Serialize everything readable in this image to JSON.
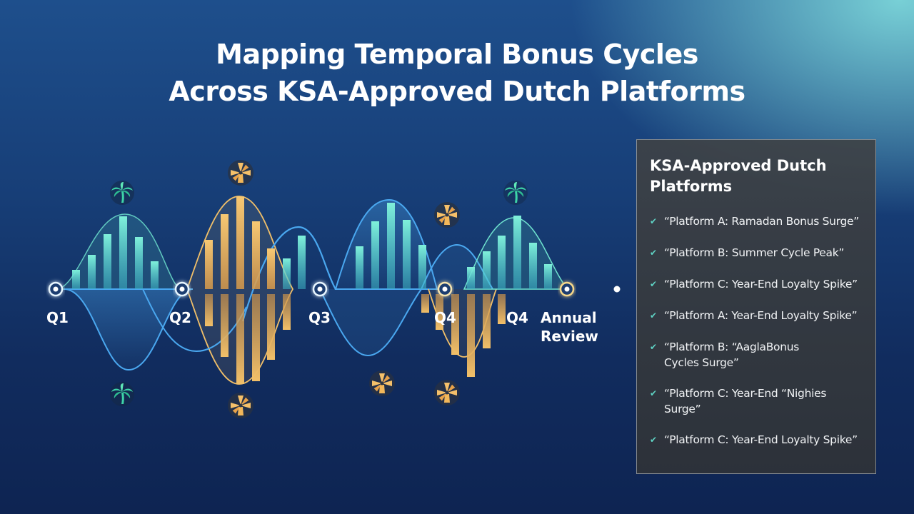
{
  "title": {
    "line1": "Mapping Temporal Bonus Cycles",
    "line2": "Across KSA-Approved Dutch Platforms"
  },
  "timeline": {
    "labels": [
      "Q1",
      "Q2",
      "Q3",
      "Q4",
      "Q4"
    ],
    "final_label_line1": "Annual",
    "final_label_line2": "Review"
  },
  "icons": {
    "palm": "palm-tree-icon",
    "windmill": "windmill-icon"
  },
  "colors": {
    "teal": "#5fe0c8",
    "blue": "#4aa8f0",
    "gold": "#f2c069",
    "check": "#5fd3c4"
  },
  "panel": {
    "title": "KSA-Approved Dutch Platforms",
    "items": [
      "“Platform A: Ramadan Bonus Surge”",
      "“Platform B: Summer Cycle Peak”",
      "“Platform C: Year-End Loyalty Spike”",
      "“Platform A: Year-End Loyalty Spike”",
      "“Platform B: “AaglaBonus Cycles Surge”",
      "“Platform C: Year-End “Nighies Surge”",
      "“Platform C: Year-End Loyalty Spike”"
    ]
  }
}
